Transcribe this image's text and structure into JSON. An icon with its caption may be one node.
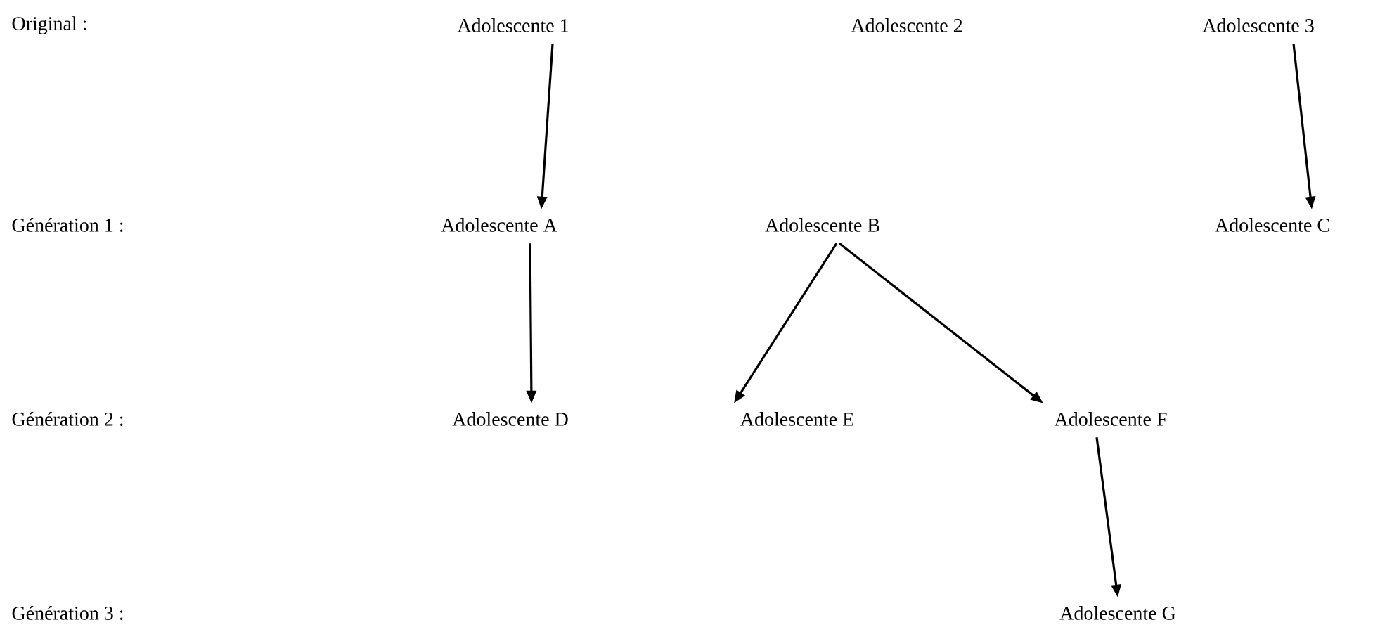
{
  "diagram": {
    "nodes": [
      {
        "text": [
          "Adolescente 1"
        ]
      },
      {
        "text": [
          "Adolescente 2"
        ]
      },
      {
        "text": [
          "Adolescente 3"
        ]
      },
      {
        "text": [
          "Adolescente A"
        ]
      },
      {
        "text": [
          "Adolescente B"
        ]
      },
      {
        "text": [
          "Adolescente C"
        ]
      },
      {
        "text": [
          "Adolescente D"
        ]
      },
      {
        "text": [
          "Adolescente E"
        ]
      },
      {
        "text": [
          "Adolescente F"
        ]
      },
      {
        "text": [
          "Adolescente G"
        ]
      }
    ],
    "edges": [
      {
        "from": 0,
        "to": 3,
        "arrow": "to"
      },
      {
        "from": 2,
        "to": 5,
        "arrow": "to"
      },
      {
        "from": 3,
        "to": 6,
        "arrow": "to"
      },
      {
        "from": 4,
        "to": 7,
        "arrow": "to"
      },
      {
        "from": 4,
        "to": 8,
        "arrow": "to"
      },
      {
        "from": 8,
        "to": 9,
        "arrow": "to"
      }
    ],
    "labels": [
      "Original :",
      "Génération 1 :",
      "Génération 2 :",
      "Génération 3 :"
    ]
  }
}
